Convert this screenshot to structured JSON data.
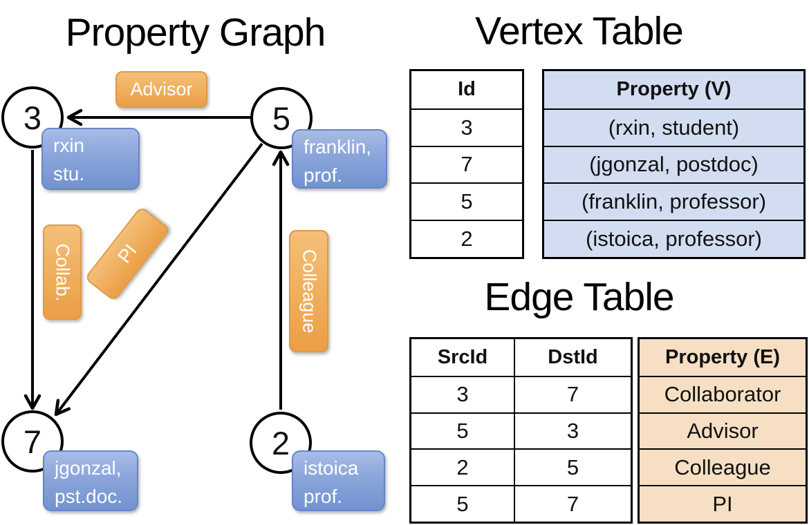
{
  "graph": {
    "title": "Property Graph",
    "vertices": [
      {
        "id": "3",
        "label_lines": [
          "rxin",
          "stu."
        ]
      },
      {
        "id": "5",
        "label_lines": [
          "franklin,",
          "prof."
        ]
      },
      {
        "id": "7",
        "label_lines": [
          "jgonzal,",
          "pst.doc."
        ]
      },
      {
        "id": "2",
        "label_lines": [
          "istoica",
          "prof."
        ]
      }
    ],
    "edges": [
      {
        "src": "5",
        "dst": "3",
        "label": "Advisor"
      },
      {
        "src": "3",
        "dst": "7",
        "label": "Collab."
      },
      {
        "src": "5",
        "dst": "7",
        "label": "PI"
      },
      {
        "src": "2",
        "dst": "5",
        "label": "Colleague"
      }
    ]
  },
  "vertex_table": {
    "title": "Vertex Table",
    "columns": [
      "Id",
      "Property (V)"
    ],
    "rows": [
      [
        "3",
        "(rxin, student)"
      ],
      [
        "7",
        "(jgonzal, postdoc)"
      ],
      [
        "5",
        "(franklin, professor)"
      ],
      [
        "2",
        "(istoica, professor)"
      ]
    ]
  },
  "edge_table": {
    "title": "Edge Table",
    "columns": [
      "SrcId",
      "DstId",
      "Property (E)"
    ],
    "rows": [
      [
        "3",
        "7",
        "Collaborator"
      ],
      [
        "5",
        "3",
        "Advisor"
      ],
      [
        "2",
        "5",
        "Colleague"
      ],
      [
        "5",
        "7",
        "PI"
      ]
    ]
  },
  "colors": {
    "vertex_fill_top": "#a8bce6",
    "vertex_fill_bottom": "#7292d0",
    "vertex_border": "#6585c9",
    "edge_fill_top": "#f4bf79",
    "edge_fill_bottom": "#eb9e46",
    "edge_border": "#de9a45",
    "vtable_fill": "#d3ddf1",
    "etable_fill": "#f6dfc3"
  }
}
